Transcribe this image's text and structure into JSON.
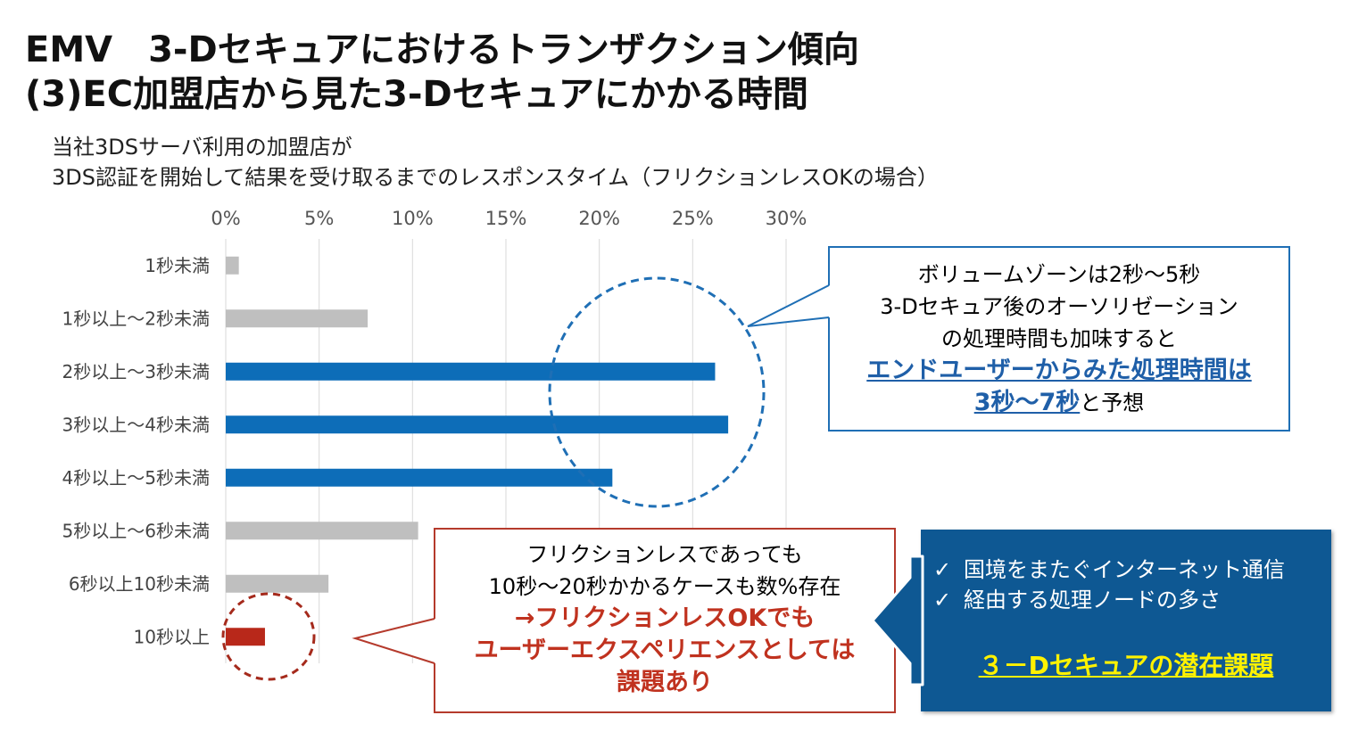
{
  "header": {
    "title_line1": "EMV　3-Dセキュアにおけるトランザクション傾向",
    "title_line2": "(3)EC加盟店から見た3-Dセキュアにかかる時間",
    "subtitle_line1": "当社3DSサーバ利用の加盟店が",
    "subtitle_line2": "3DS認証を開始して結果を受け取るまでのレスポンスタイム（フリクションレスOKの場合）"
  },
  "chart_data": {
    "type": "bar",
    "orientation": "horizontal",
    "categories": [
      "1秒未満",
      "1秒以上～2秒未満",
      "2秒以上～3秒未満",
      "3秒以上～4秒未満",
      "4秒以上～5秒未満",
      "5秒以上～6秒未満",
      "6秒以上10秒未満",
      "10秒以上"
    ],
    "values": [
      0.7,
      7.6,
      26.2,
      26.9,
      20.7,
      10.3,
      5.5,
      2.1
    ],
    "colors": [
      "#bfbfbf",
      "#bfbfbf",
      "#0d6db8",
      "#0d6db8",
      "#0d6db8",
      "#bfbfbf",
      "#bfbfbf",
      "#b8281a"
    ],
    "xlim": [
      0,
      30
    ],
    "xticks": [
      "0%",
      "5%",
      "10%",
      "15%",
      "20%",
      "25%",
      "30%"
    ],
    "axis_position": "top",
    "grid": true
  },
  "callout_blue": {
    "line1": "ボリュームゾーンは2秒～5秒",
    "line2": "3-Dセキュア後のオーソリゼーション",
    "line3": "の処理時間も加味すると",
    "line4": "エンドユーザーからみた処理時間は",
    "line5_highlight": "3秒～7秒",
    "line5_rest": "と予想",
    "border_color": "#1f6fb5"
  },
  "callout_red": {
    "line1": "フリクションレスであっても",
    "line2": "10秒～20秒かかるケースも数%存在",
    "line3": "→フリクションレスOKでも",
    "line4": "ユーザーエクスペリエンスとしては",
    "line5": "課題あり",
    "border_color": "#b53a2c"
  },
  "panel": {
    "check_icon": "✓",
    "item1": "国境をまたぐインターネット通信",
    "item2": "経由する処理ノードの多さ",
    "key_issue": "３－Dセキュアの潜在課題",
    "background": "#0e5893"
  }
}
